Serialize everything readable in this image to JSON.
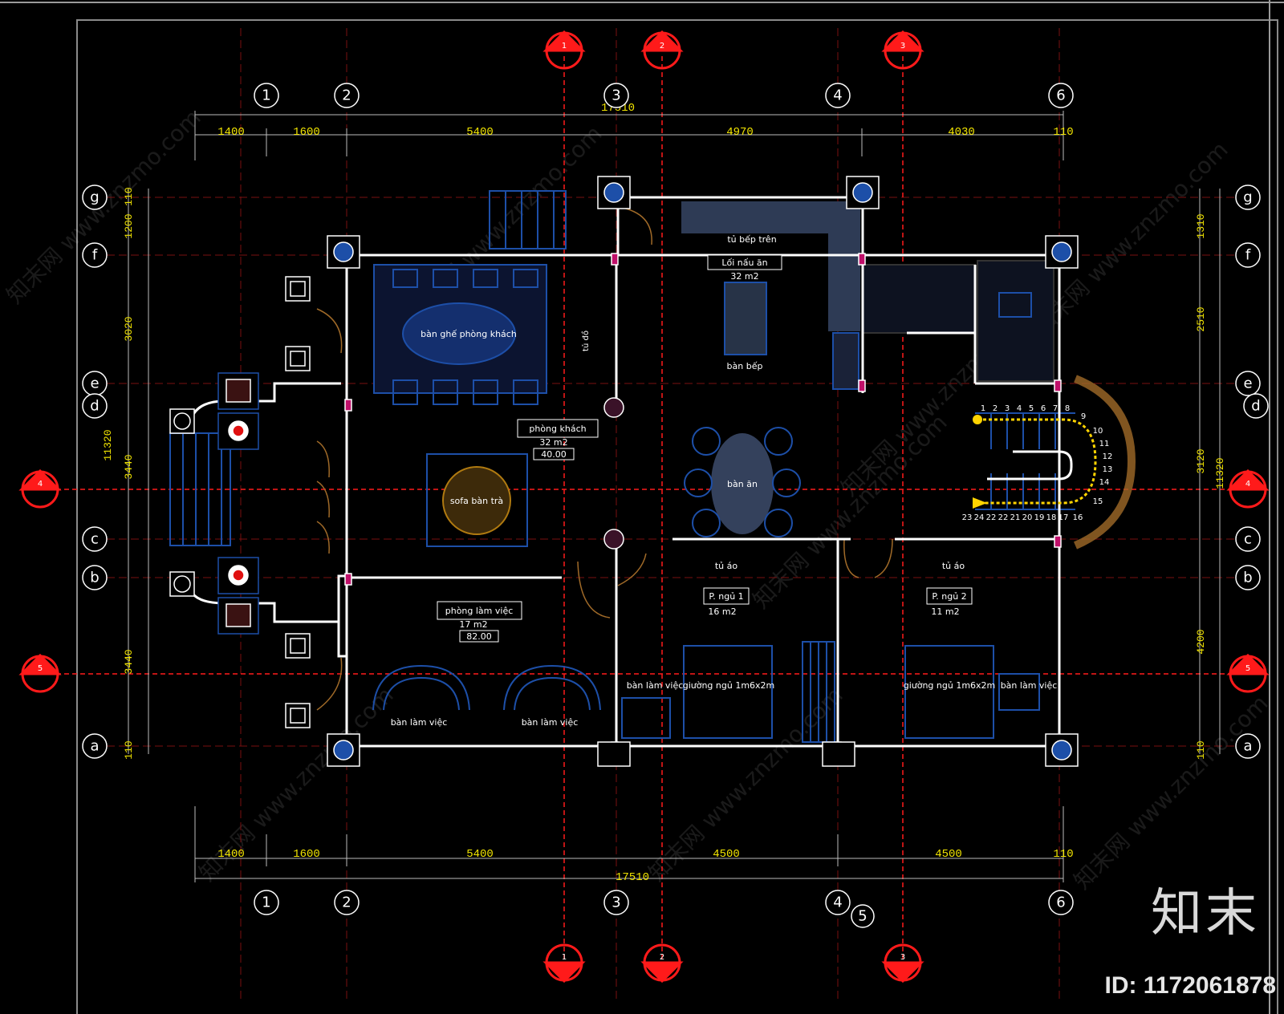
{
  "grid_top": [
    "1",
    "2",
    "3",
    "4",
    "6"
  ],
  "grid_bottom": [
    "1",
    "2",
    "3",
    "4",
    "5",
    "6"
  ],
  "grid_left": [
    "g",
    "f",
    "e",
    "d",
    "c",
    "b",
    "a"
  ],
  "grid_right": [
    "g",
    "f",
    "e",
    "d",
    "c",
    "b",
    "a"
  ],
  "section_markers": {
    "top": [
      "1",
      "2",
      "3"
    ],
    "bottom": [
      "1",
      "2",
      "3"
    ],
    "left": [
      "4",
      "5"
    ],
    "right": [
      "4",
      "5"
    ]
  },
  "dims_top": {
    "total": "17510",
    "segments": [
      "1400",
      "1600",
      "5400",
      "4970",
      "4030",
      "110"
    ]
  },
  "dims_bottom": {
    "total": "17510",
    "segments": [
      "1400",
      "1600",
      "5400",
      "4500",
      "4500",
      "110"
    ]
  },
  "dims_left": {
    "total": "11320",
    "segments": [
      "110",
      "1200",
      "3020",
      "3440",
      "3440",
      "110"
    ]
  },
  "dims_right": {
    "total": "11320",
    "segments": [
      "1310",
      "2510",
      "3120",
      "4200",
      "110"
    ]
  },
  "rooms": {
    "dining_label": "bàn ghế phòng khách",
    "guest_room": "phòng khách",
    "guest_area": "32 m2",
    "guest_area2": "40.00",
    "work_room": "phòng làm việc",
    "work_area": "17 m2",
    "work_area2": "82.00",
    "living_center": "sofa bàn trà",
    "kitchen_top": "tủ bếp trên",
    "kitchen_note": "Lối nấu ăn",
    "kitchen_area": "32 m2",
    "kitchen_table": "bàn bếp",
    "dining_table": "bàn ăn",
    "bed1": "P. ngủ 1",
    "bed1_area": "16 m2",
    "bed2": "P. ngủ 2",
    "bed2_area": "11 m2",
    "wardrobe1": "tủ áo",
    "wardrobe2": "tủ áo",
    "desk1": "bàn làm việc",
    "desk2": "bàn làm việc",
    "bed_double1": "giường ngủ 1m6x2m",
    "bed_double2": "giường ngủ 1m6x2m",
    "desk3": "bàn làm việc",
    "desk4": "bàn làm việc",
    "side_label": "tủ đồ"
  },
  "stair_numbers_top": [
    "1",
    "2",
    "3",
    "4",
    "5",
    "6",
    "7",
    "8",
    "9"
  ],
  "stair_numbers_side": [
    "10",
    "11",
    "12",
    "13",
    "14",
    "15"
  ],
  "stair_numbers_bottom": [
    "23",
    "24",
    "22",
    "22",
    "21",
    "20",
    "19",
    "18",
    "17",
    "16"
  ],
  "watermark": "知末网 www.znzmo.com",
  "brand": "知末",
  "file_id": "ID: 1172061878",
  "colors": {
    "background": "#000000",
    "axis": "#e02020",
    "dim": "#f1e400",
    "wall": "#ffffff",
    "furniture": "#1d4fa8",
    "frame": "#7a7a7a",
    "column": "#c0106a",
    "accent_yellow": "#ffd400"
  }
}
